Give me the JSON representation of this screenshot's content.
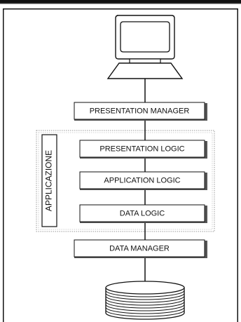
{
  "diagram": {
    "layers": [
      {
        "id": "presentation-manager",
        "label": "PRESENTATION MANAGER"
      },
      {
        "id": "presentation-logic",
        "label": "PRESENTATION LOGIC"
      },
      {
        "id": "application-logic",
        "label": "APPLICATION LOGIC"
      },
      {
        "id": "data-logic",
        "label": "DATA LOGIC"
      },
      {
        "id": "data-manager",
        "label": "DATA MANAGER"
      }
    ],
    "group": {
      "label": "APPLICAZIONE"
    },
    "icons": {
      "top": "computer-terminal-icon",
      "bottom": "database-disk-stack-icon"
    }
  }
}
